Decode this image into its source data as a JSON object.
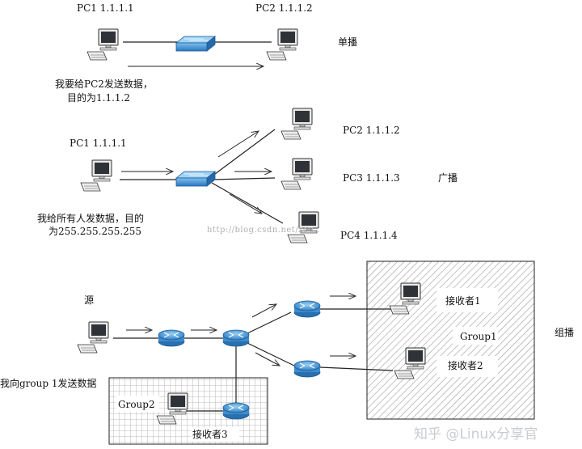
{
  "unicast": {
    "pc1_label": "PC1  1.1.1.1",
    "pc2_label": "PC2  1.1.1.2",
    "mode": "单播",
    "note_line1": "我要给PC2发送数据，",
    "note_line2": "目的为1.1.1.2"
  },
  "broadcast": {
    "pc1_label": "PC1  1.1.1.1",
    "pc2_label": "PC2  1.1.1.2",
    "pc3_label": "PC3  1.1.1.3",
    "pc4_label": "PC4  1.1.1.4",
    "mode": "广播",
    "note_line1": "我给所有人发数据，目的",
    "note_line2": "为255.255.255.255"
  },
  "multicast": {
    "source_label": "源",
    "receiver1": "接收者1",
    "receiver2": "接收者2",
    "receiver3": "接收者3",
    "group1": "Group1",
    "group2": "Group2",
    "mode": "组播",
    "note": "我向group 1发送数据"
  },
  "watermark": "http://blog.csdn.net/zou..",
  "brand": "知乎 @Linux分享官",
  "colors": {
    "switch": "#3a8fd0",
    "router": "#4a9ad4",
    "monitor_screen": "#2f3338",
    "hatch": "#8a8a8a"
  }
}
